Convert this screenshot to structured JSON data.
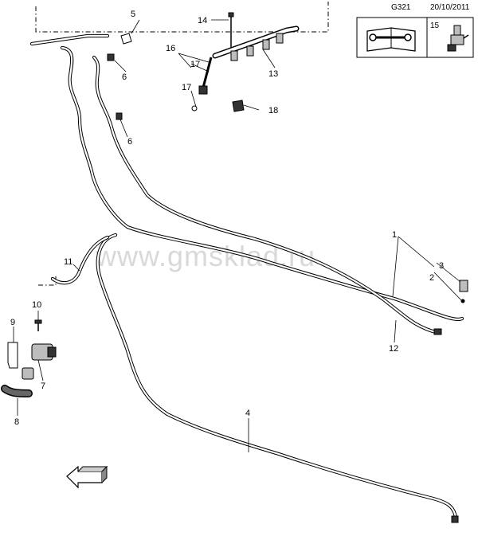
{
  "header": {
    "diagram_code": "G321",
    "date": "20/10/2011",
    "ref_number": "15"
  },
  "watermark": "www.gmsklad.ru",
  "callouts": [
    {
      "id": "c1",
      "label": "1"
    },
    {
      "id": "c2",
      "label": "2"
    },
    {
      "id": "c3",
      "label": "3"
    },
    {
      "id": "c4",
      "label": "4"
    },
    {
      "id": "c5",
      "label": "5"
    },
    {
      "id": "c6a",
      "label": "6"
    },
    {
      "id": "c6b",
      "label": "6"
    },
    {
      "id": "c7",
      "label": "7"
    },
    {
      "id": "c8",
      "label": "8"
    },
    {
      "id": "c9",
      "label": "9"
    },
    {
      "id": "c10",
      "label": "10"
    },
    {
      "id": "c11",
      "label": "11"
    },
    {
      "id": "c12",
      "label": "12"
    },
    {
      "id": "c13",
      "label": "13"
    },
    {
      "id": "c14",
      "label": "14"
    },
    {
      "id": "c16",
      "label": "16"
    },
    {
      "id": "c17a",
      "label": "17"
    },
    {
      "id": "c17b",
      "label": "17"
    },
    {
      "id": "c18",
      "label": "18"
    }
  ],
  "icons": [
    "repair-manual-icon",
    "injector-part-icon",
    "front-direction-arrow-icon"
  ],
  "colors": {
    "line": "#000000",
    "watermark": "#d9d9d9",
    "background": "#ffffff"
  }
}
